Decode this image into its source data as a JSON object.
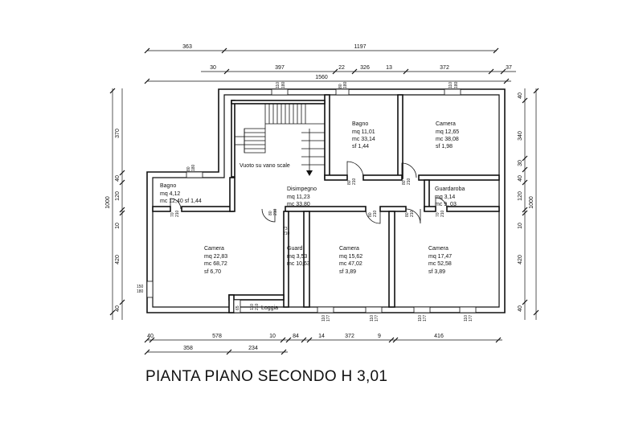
{
  "title": "PIANTA PIANO SECONDO H 3,01",
  "dimensions": {
    "top_row1": [
      "363",
      "1197"
    ],
    "top_row2": [
      "30",
      "397",
      "22",
      "326",
      "13",
      "372",
      "37"
    ],
    "top_row3": [
      "1560"
    ],
    "bottom_row1": [
      "40",
      "578",
      "10",
      "84",
      "14",
      "372",
      "9",
      "416"
    ],
    "bottom_row2": [
      "358",
      "234"
    ],
    "left_outer": [
      "1000"
    ],
    "left_inner": [
      "370",
      "40",
      "120",
      "10",
      "420",
      "40"
    ],
    "right_outer": [
      "1000"
    ],
    "right_inner": [
      "40",
      "340",
      "30",
      "40",
      "120",
      "10",
      "420",
      "40"
    ]
  },
  "rooms": [
    {
      "id": "bagno_top",
      "name": "Bagno",
      "lines": [
        "mq  11,01",
        "mc  33,14",
        "sf      1,44"
      ]
    },
    {
      "id": "camera_top",
      "name": "Camera",
      "lines": [
        "mq  12,65",
        "mc  38,08",
        "sf      1,98"
      ]
    },
    {
      "id": "bagno_left",
      "name": "Bagno",
      "lines": [
        "mq   4,12",
        "mc  12,40 sf 1,44"
      ]
    },
    {
      "id": "disimpegno",
      "name": "Disimpegno",
      "lines": [
        "mq  11,23",
        "mc  33,80"
      ]
    },
    {
      "id": "guardaroba",
      "name": "Guardaroba",
      "lines": [
        "mq  3,14",
        "mc  9, 03"
      ]
    },
    {
      "id": "camera_left",
      "name": "Camera",
      "lines": [
        "mq  22,83",
        "mc  68,72",
        "sf     6,70"
      ]
    },
    {
      "id": "guard",
      "name": "Guard",
      "lines": [
        "mq   3,53",
        "mc  10,63"
      ]
    },
    {
      "id": "camera_mid",
      "name": "Camera",
      "lines": [
        "mq  15,62",
        "mc  47,02",
        "sf     3,89"
      ]
    },
    {
      "id": "camera_right",
      "name": "Camera",
      "lines": [
        "mq  17,47",
        "mc  52,58",
        "sf     3,89"
      ]
    }
  ],
  "labels": {
    "stair_void": "Vuoto su vano scale",
    "loggia": "Loggia"
  },
  "openings": {
    "window_110_180": [
      "110",
      "180"
    ],
    "window_80_180": [
      "80",
      "180"
    ],
    "window_110_177": [
      "110",
      "177"
    ],
    "door_80_210": [
      "80",
      "210"
    ],
    "door_70_210": [
      "70",
      "210"
    ],
    "door_73_210": [
      "73",
      "210"
    ],
    "door_150_180": [
      "150",
      "180"
    ],
    "loggia_door": [
      "65",
      "110",
      "210"
    ]
  }
}
